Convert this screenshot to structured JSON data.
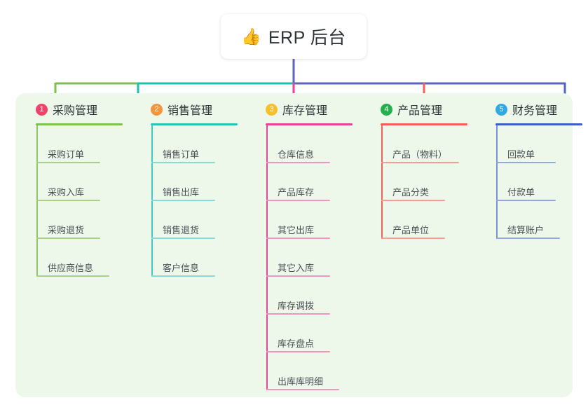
{
  "root": {
    "icon": "thumbs-up-emoji",
    "emoji": "👍",
    "title": "ERP 后台"
  },
  "theme": {
    "page_background": "#ffffff",
    "panel_background": "#eef8ea",
    "card_background": "#ffffff",
    "title_text_color": "#2e3338",
    "branch_title_color": "#2f3438",
    "leaf_text_color": "#4a4f55",
    "root_stem_color": "#5b63c4"
  },
  "columns": [
    {
      "number": "1",
      "title": "采购管理",
      "badge_color": "#f2416b",
      "rule_color": "#7cc24d",
      "leaf_rule_color": "#a9cf8b",
      "spine_color": "#8cc763",
      "connector_color": "#7cc24d",
      "items": [
        {
          "label": "采购订单",
          "rule_width": 58
        },
        {
          "label": "采购入库",
          "rule_width": 58
        },
        {
          "label": "采购退货",
          "rule_width": 58
        },
        {
          "label": "供应商信息",
          "rule_width": 71
        }
      ]
    },
    {
      "number": "2",
      "title": "销售管理",
      "badge_color": "#f6943a",
      "rule_color": "#21c8b7",
      "leaf_rule_color": "#86dcd2",
      "spine_color": "#3fcbbd",
      "connector_color": "#19c2b0",
      "items": [
        {
          "label": "销售订单",
          "rule_width": 58
        },
        {
          "label": "销售出库",
          "rule_width": 58
        },
        {
          "label": "销售退货",
          "rule_width": 58
        },
        {
          "label": "客户信息",
          "rule_width": 58
        }
      ]
    },
    {
      "number": "3",
      "title": "库存管理",
      "badge_color": "#f7c027",
      "rule_color": "#ee3f94",
      "leaf_rule_color": "#f294bf",
      "spine_color": "#e8479b",
      "connector_color": "#ee3f94",
      "items": [
        {
          "label": "仓库信息",
          "rule_width": 58
        },
        {
          "label": "产品库存",
          "rule_width": 58
        },
        {
          "label": "其它出库",
          "rule_width": 58
        },
        {
          "label": "其它入库",
          "rule_width": 58
        },
        {
          "label": "库存调拨",
          "rule_width": 58
        },
        {
          "label": "库存盘点",
          "rule_width": 58
        },
        {
          "label": "出库库明细",
          "rule_width": 71
        }
      ]
    },
    {
      "number": "4",
      "title": "产品管理",
      "badge_color": "#22b14c",
      "rule_color": "#fa5d55",
      "leaf_rule_color": "#f79b95",
      "spine_color": "#f4605a",
      "connector_color": "#fa5d55",
      "items": [
        {
          "label": "产品（物料）",
          "rule_width": 78
        },
        {
          "label": "产品分类",
          "rule_width": 58
        },
        {
          "label": "产品单位",
          "rule_width": 58
        }
      ]
    },
    {
      "number": "5",
      "title": "财务管理",
      "badge_color": "#2fa8e8",
      "rule_color": "#3b5fc0",
      "leaf_rule_color": "#93a9dd",
      "spine_color": "#7b93d4",
      "connector_color": "#4a64c8",
      "items": [
        {
          "label": "回款单",
          "rule_width": 52
        },
        {
          "label": "付款单",
          "rule_width": 52
        },
        {
          "label": "结算账户",
          "rule_width": 58
        }
      ]
    }
  ]
}
